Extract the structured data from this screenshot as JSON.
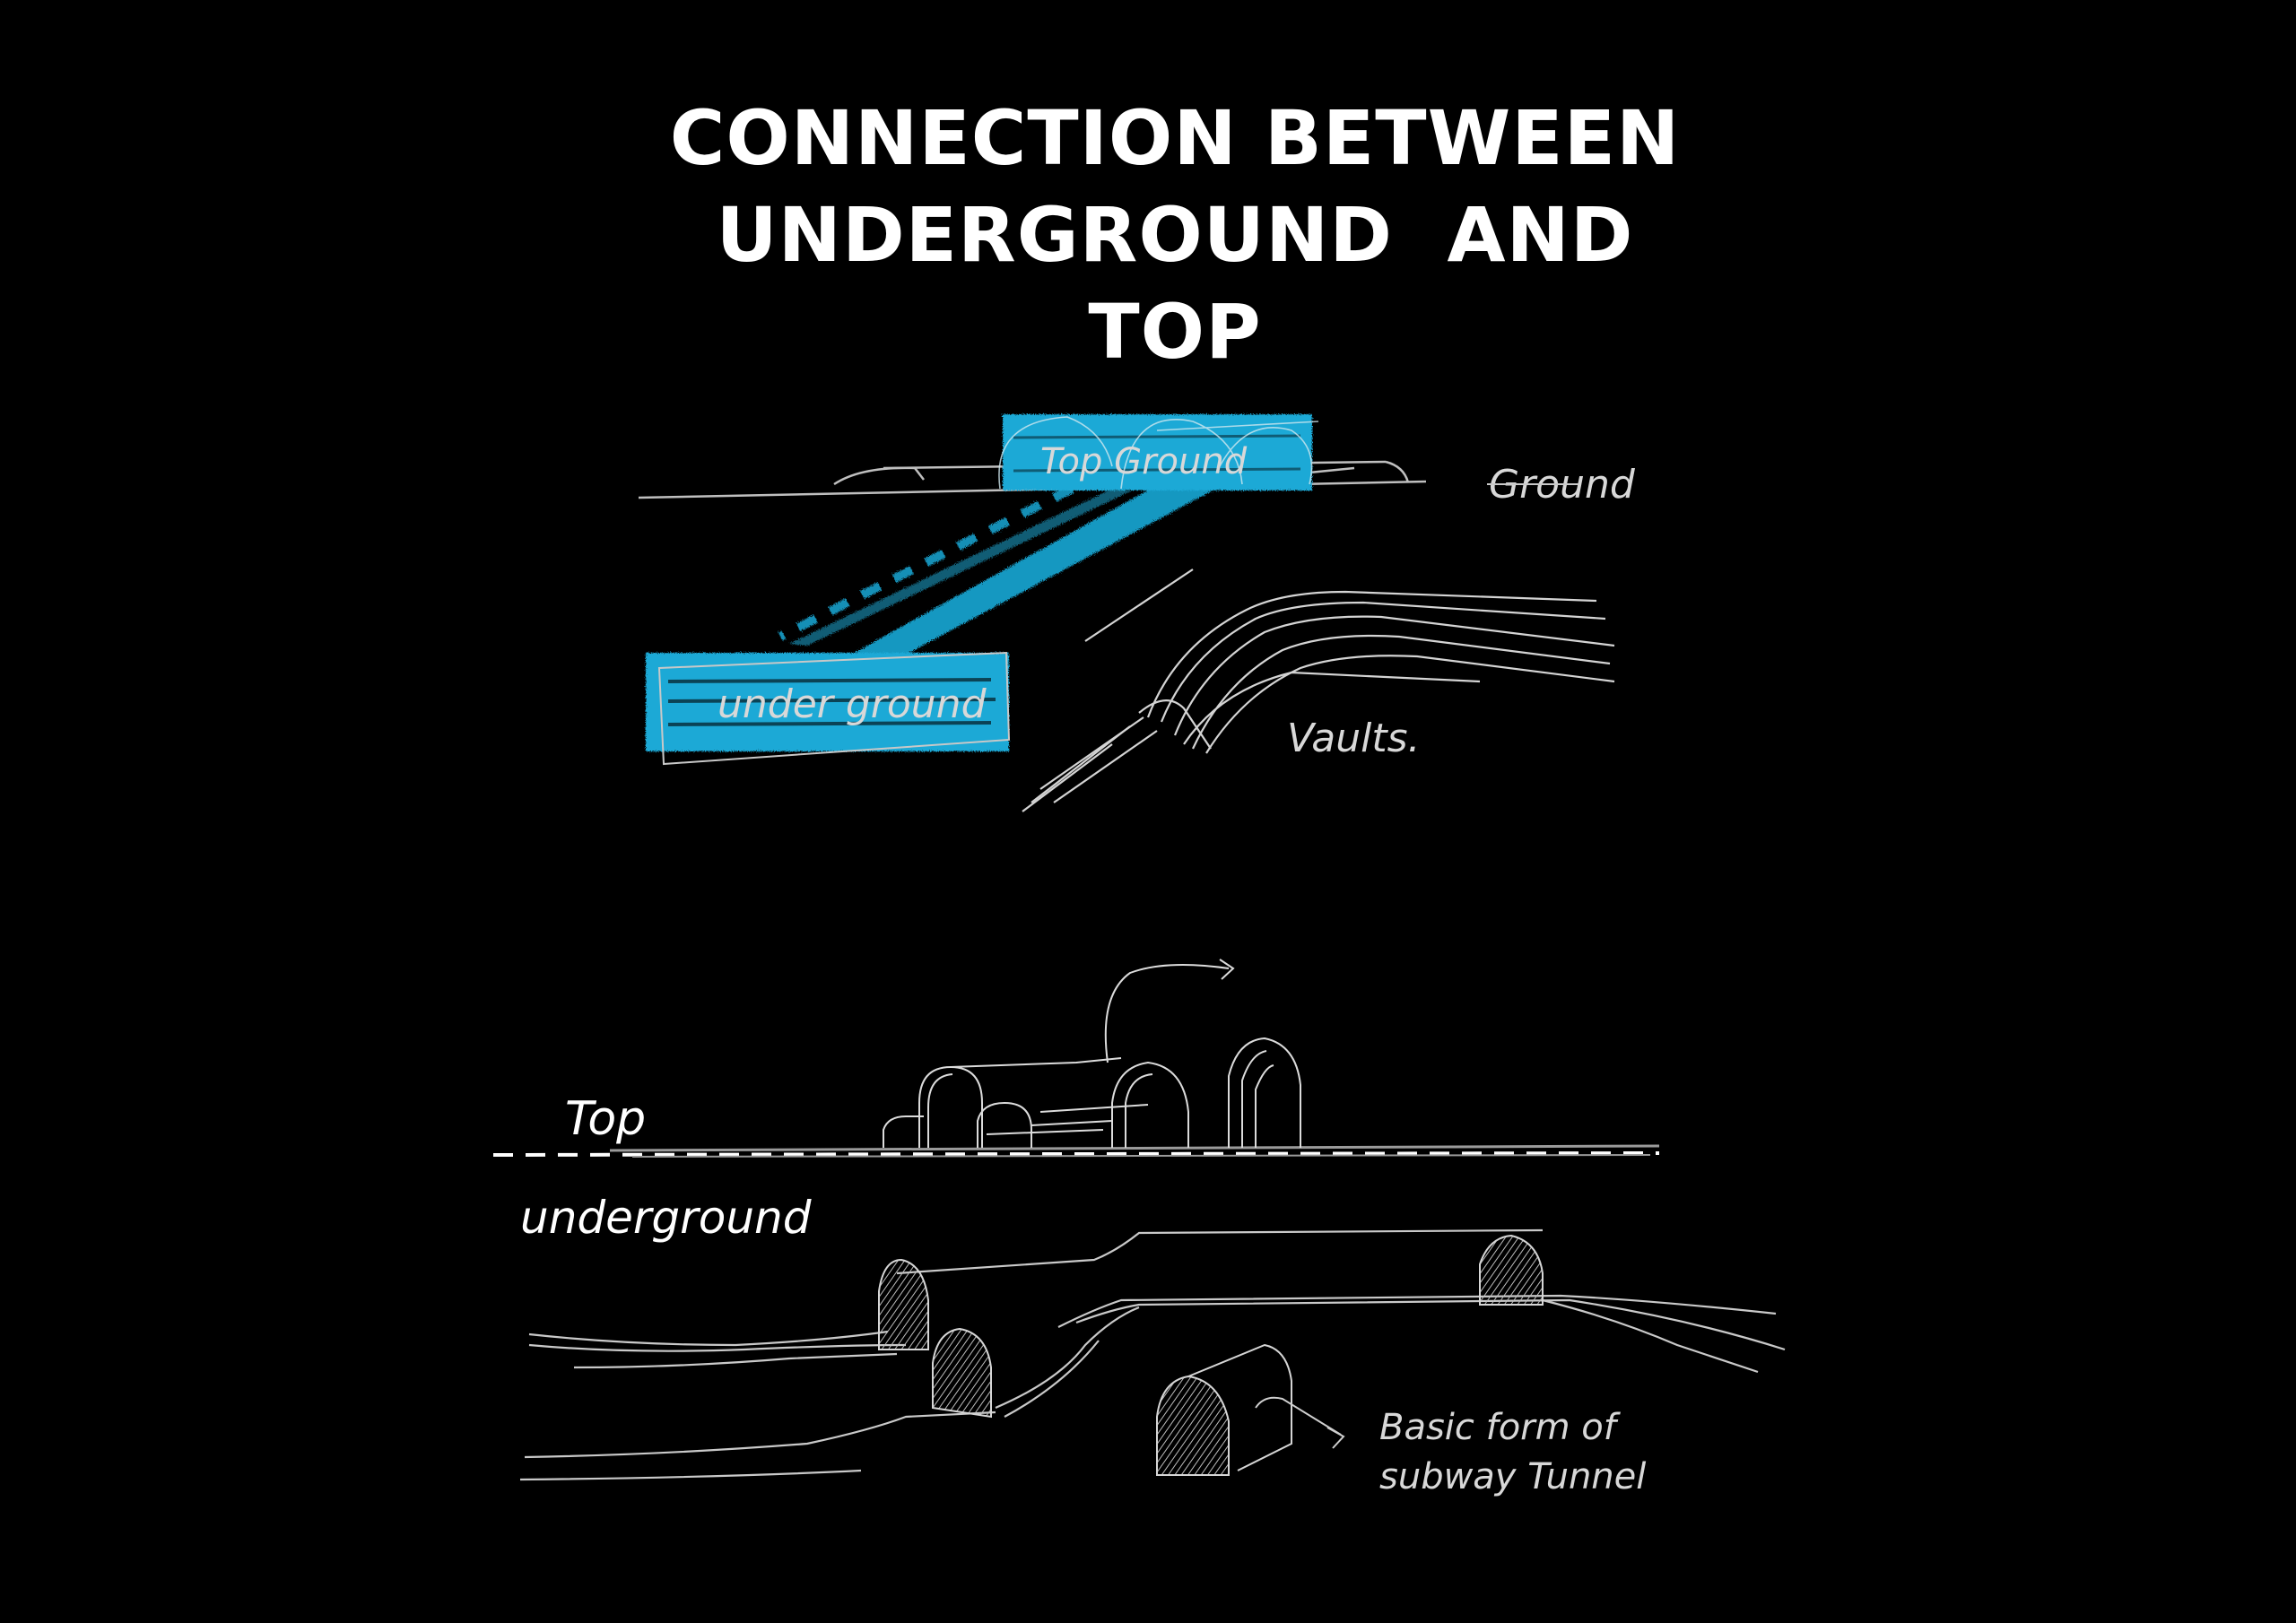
{
  "slide": {
    "background_color": "#000000",
    "title": {
      "lines": [
        "CONNECTION BETWEEN",
        "UNDERGROUND  AND",
        "TOP"
      ],
      "color": "#ffffff"
    }
  },
  "upper_sketch": {
    "highlight_color": "#1ba9d6",
    "stroke_color": "#cfcfcf",
    "labels": {
      "top_ground": "Top Ground",
      "ground": "Ground",
      "underground": "under ground",
      "vaults": "Vaults."
    }
  },
  "lower_sketch": {
    "stroke_color": "#cfcfcf",
    "labels": {
      "top": "Top",
      "underground": "underground",
      "annotation_line1": "Basic form of",
      "annotation_line2": "subway Tunnel"
    }
  }
}
